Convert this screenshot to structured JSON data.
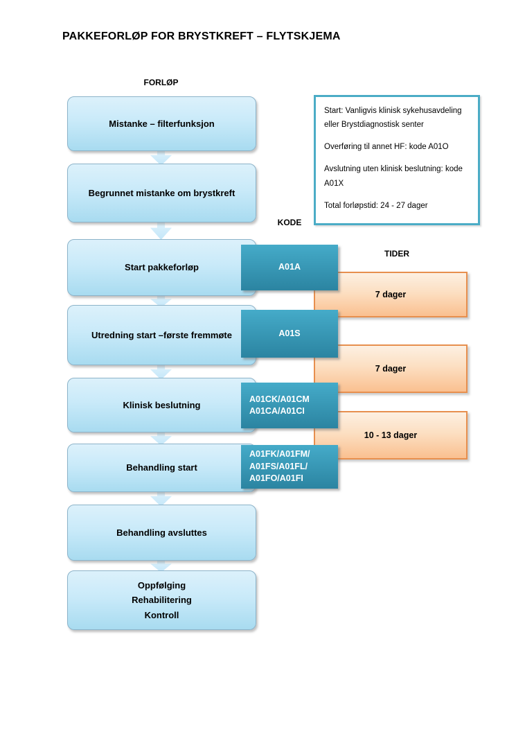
{
  "title": "PAKKEFORLØP FOR BRYSTKREFT – FLYTSKJEMA",
  "column_labels": {
    "forlop": "FORLØP",
    "kode": "KODE",
    "tider": "TIDER"
  },
  "info_box": {
    "paragraphs": [
      "Start: Vanligvis klinisk sykehusavdeling eller Brystdiagnostisk senter",
      "Overføring til annet HF: kode A01O",
      "Avslutning uten klinisk beslutning: kode A01X",
      "Total forløpstid: 24 - 27 dager"
    ]
  },
  "flow_steps": [
    {
      "label": "Mistanke – filterfunksjon"
    },
    {
      "label": "Begrunnet mistanke om brystkreft"
    },
    {
      "label": "Start pakkeforløp"
    },
    {
      "label": "Utredning start –første fremmøte"
    },
    {
      "label": "Klinisk beslutning"
    },
    {
      "label": "Behandling start"
    },
    {
      "label": "Behandling avsluttes"
    },
    {
      "label": "Oppfølging\nRehabilitering\nKontroll"
    }
  ],
  "codes": [
    {
      "value": "A01A"
    },
    {
      "value": "A01S"
    },
    {
      "value": "A01CK/A01CM\nA01CA/A01CI"
    },
    {
      "value": "A01FK/A01FM/\nA01FS/A01FL/\nA01FO/A01FI"
    }
  ],
  "durations": [
    {
      "value": "7 dager"
    },
    {
      "value": "7 dager"
    },
    {
      "value": "10 - 13 dager"
    }
  ],
  "colors": {
    "flow_box_top": "#dcf1fb",
    "flow_box_bottom": "#a8dbf0",
    "code_box_top": "#45abc9",
    "code_box_bottom": "#2b84a1",
    "duration_box_top": "#fdf0e2",
    "duration_box_bottom": "#fac090",
    "duration_border": "#e78f4e",
    "info_border": "#4bacc6"
  }
}
